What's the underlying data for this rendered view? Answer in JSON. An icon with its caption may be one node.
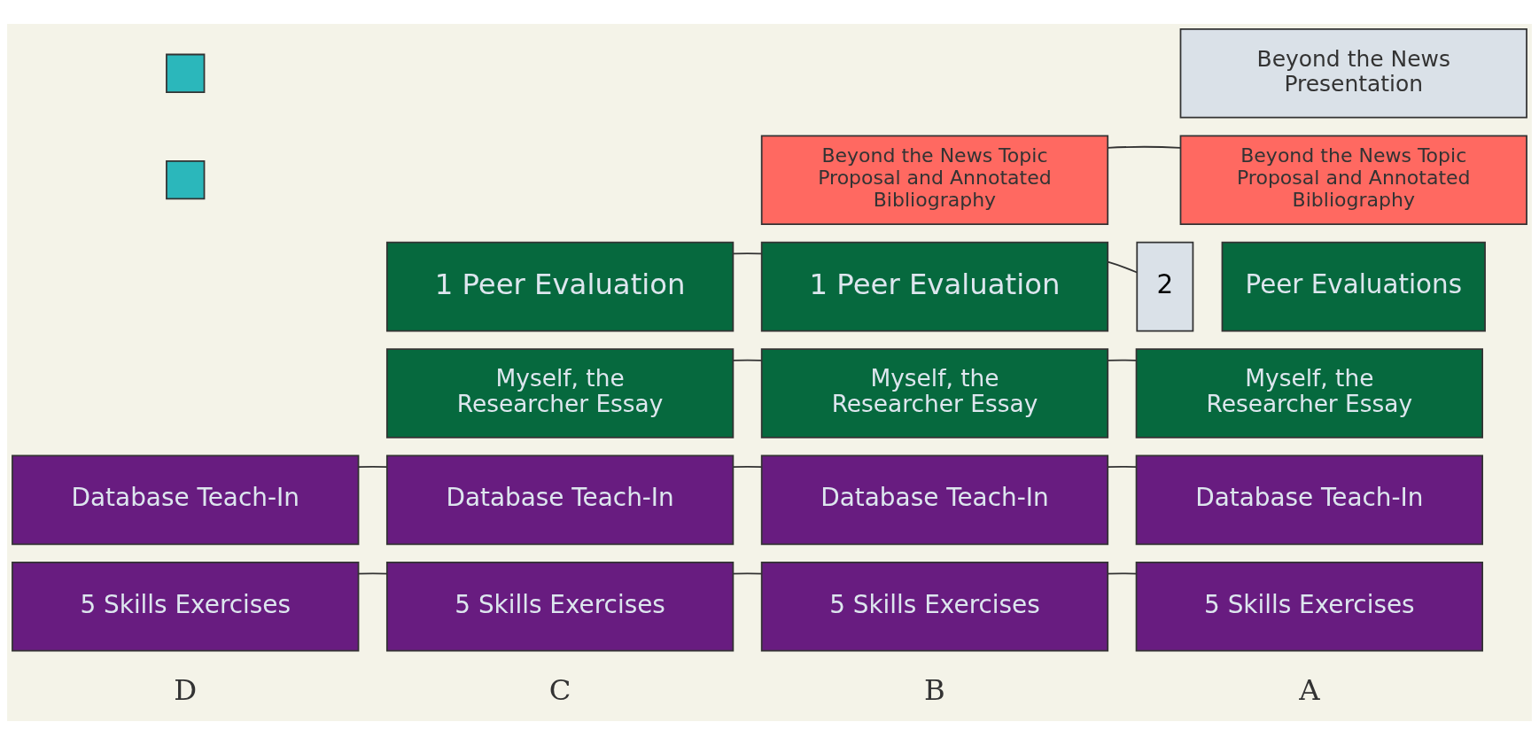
{
  "diagram": {
    "nodes": [
      {
        "text": [],
        "shape": "box"
      },
      {
        "text": [],
        "shape": "box"
      },
      {
        "text": [
          "Beyond the News Presentation"
        ]
      },
      {
        "text": [
          "Beyond the News Topic Proposal and Annotated Bibliography"
        ]
      },
      {
        "text": [
          "Beyond the News Topic Proposal and Annotated Bibliography"
        ]
      },
      {
        "text": [
          "1 Peer Evaluation"
        ]
      },
      {
        "text": [
          "1 Peer Evaluation"
        ]
      },
      {
        "text": [
          "2"
        ]
      },
      {
        "text": [
          "Peer Evaluations"
        ]
      },
      {
        "text": [
          "Myself, the Researcher Essay"
        ]
      },
      {
        "text": [
          "Myself, the Researcher Essay"
        ]
      },
      {
        "text": [
          "Myself, the Researcher Essay"
        ]
      },
      {
        "text": [
          "Database Teach-In"
        ]
      },
      {
        "text": [
          "Database Teach-In"
        ]
      },
      {
        "text": [
          "Database Teach-In"
        ]
      },
      {
        "text": [
          "Database Teach-In"
        ]
      },
      {
        "text": [
          "5 Skills Exercises"
        ]
      },
      {
        "text": [
          "5 Skills Exercises"
        ]
      },
      {
        "text": [
          "5 Skills Exercises"
        ]
      },
      {
        "text": [
          "5 Skills Exercises"
        ]
      }
    ],
    "edges": [
      {
        "from": 3,
        "to": 4,
        "arrow": "none"
      },
      {
        "from": 5,
        "to": 6,
        "arrow": "none"
      },
      {
        "from": 6,
        "to": 7,
        "arrow": "none"
      },
      {
        "from": 9,
        "to": 10,
        "arrow": "none"
      },
      {
        "from": 10,
        "to": 11,
        "arrow": "none"
      },
      {
        "from": 12,
        "to": 13,
        "arrow": "none"
      },
      {
        "from": 13,
        "to": 14,
        "arrow": "none"
      },
      {
        "from": 14,
        "to": 15,
        "arrow": "none"
      },
      {
        "from": 16,
        "to": 17,
        "arrow": "none"
      },
      {
        "from": 17,
        "to": 18,
        "arrow": "none"
      },
      {
        "from": 18,
        "to": 19,
        "arrow": "none"
      }
    ],
    "labels": [
      "D",
      "C",
      "B",
      "A"
    ]
  }
}
